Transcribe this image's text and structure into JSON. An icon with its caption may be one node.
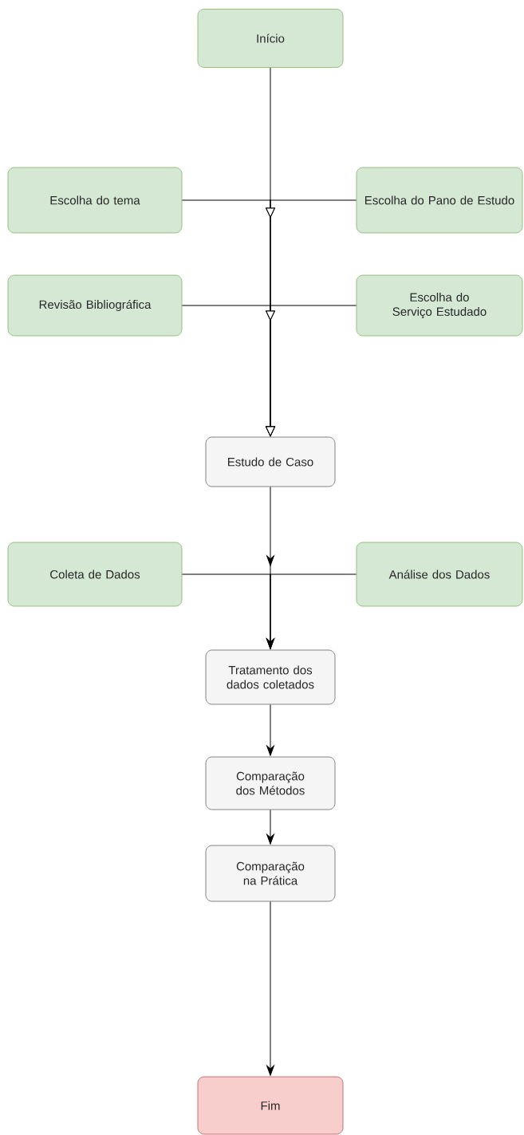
{
  "diagram": {
    "nodes": [
      {
        "text": [
          "Início"
        ]
      },
      {
        "text": [
          "Escolha do tema"
        ]
      },
      {
        "text": [
          "Escolha do Pano de Estudo"
        ]
      },
      {
        "text": [
          "Revisão Bibliográfica"
        ]
      },
      {
        "text": [
          "Escolha do Serviço Estudado"
        ]
      },
      {
        "text": [
          "Estudo de Caso"
        ]
      },
      {
        "text": [
          "Coleta de Dados"
        ]
      },
      {
        "text": [
          "Análise dos Dados"
        ]
      },
      {
        "text": [
          "Tratamento dos dados coletados"
        ]
      },
      {
        "text": [
          "Comparação dos Métodos"
        ]
      },
      {
        "text": [
          "Comparação na Prática"
        ]
      },
      {
        "text": [
          "Fim"
        ]
      }
    ],
    "edges": [
      {
        "from": 0,
        "to": 5,
        "arrow": "to"
      },
      {
        "from": 1,
        "to": 5,
        "arrow": "to"
      },
      {
        "from": 2,
        "to": 5,
        "arrow": "to"
      },
      {
        "from": 3,
        "to": 5,
        "arrow": "to"
      },
      {
        "from": 4,
        "to": 5,
        "arrow": "to"
      },
      {
        "from": 5,
        "to": 8,
        "arrow": "to"
      },
      {
        "from": 6,
        "to": 8,
        "arrow": "to"
      },
      {
        "from": 7,
        "to": 8,
        "arrow": "to"
      },
      {
        "from": 8,
        "to": 9,
        "arrow": "to"
      },
      {
        "from": 9,
        "to": 10,
        "arrow": "to"
      },
      {
        "from": 10,
        "to": 11,
        "arrow": "to"
      }
    ]
  }
}
